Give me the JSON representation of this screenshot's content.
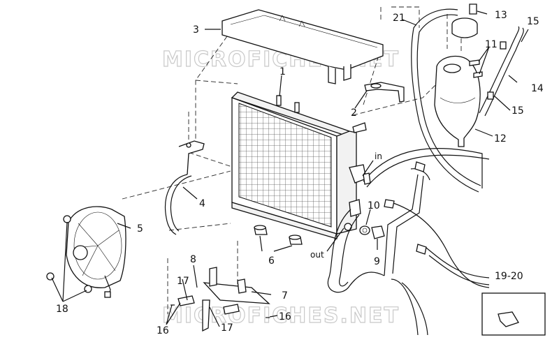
{
  "watermark": "MICROFICHES.NET",
  "callouts": {
    "c1": "1",
    "c2": "2",
    "c3": "3",
    "c4": "4",
    "c5": "5",
    "c6": "6",
    "c7": "7",
    "c8": "8",
    "c9": "9",
    "c10": "10",
    "c11": "11",
    "c12": "12",
    "c13": "13",
    "c14": "14",
    "c15a": "15",
    "c15b": "15",
    "c16a": "16",
    "c16b": "16",
    "c17a": "17",
    "c17b": "17",
    "c18": "18",
    "c21": "21",
    "in": "in",
    "out": "out",
    "inset": "19-20"
  }
}
